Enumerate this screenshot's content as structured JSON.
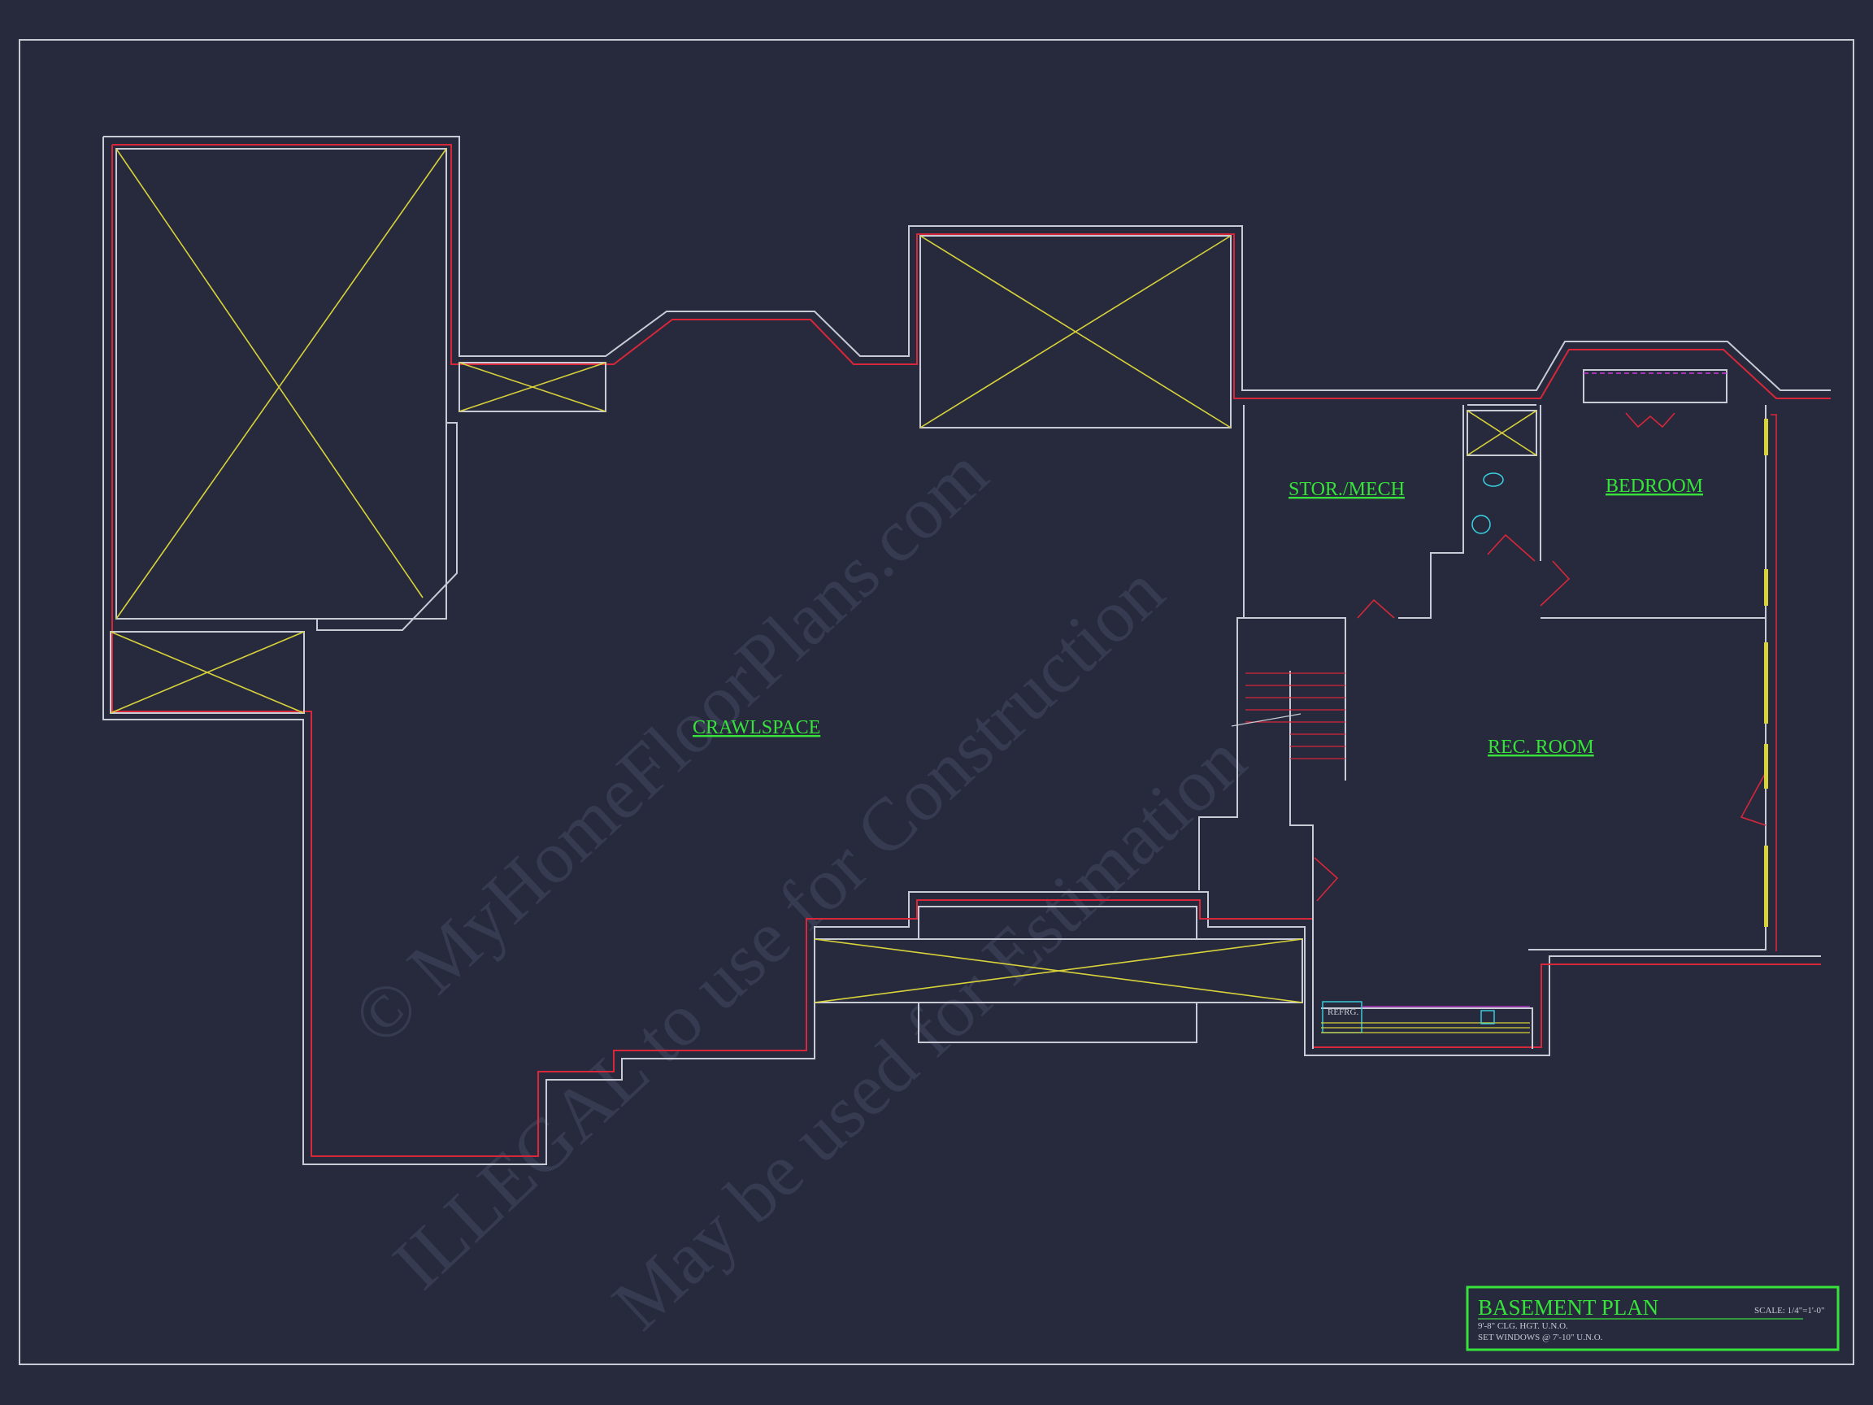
{
  "rooms": {
    "crawlspace": "CRAWLSPACE",
    "stor_mech": "STOR./MECH",
    "bedroom": "BEDROOM",
    "rec_room": "REC. ROOM"
  },
  "fixtures": {
    "refrigerator": "REFRG."
  },
  "title_block": {
    "title": "BASEMENT PLAN",
    "scale": "SCALE: 1/4\"=1'-0\"",
    "note_1": "9'-8\" CLG. HGT. U.N.O.",
    "note_2": "SET WINDOWS @ 7'-10\" U.N.O."
  },
  "watermark": {
    "line_1": "© MyHomeFloorPlans.com",
    "line_2": "ILLEGAL to use for Construction",
    "line_3": "May be used for Estimation"
  },
  "colors": {
    "background": "#262a3c",
    "wall": "#c8cbd6",
    "wall_inner": "#d8263a",
    "label": "#37e23a",
    "cross_mark": "#d8d23a"
  }
}
